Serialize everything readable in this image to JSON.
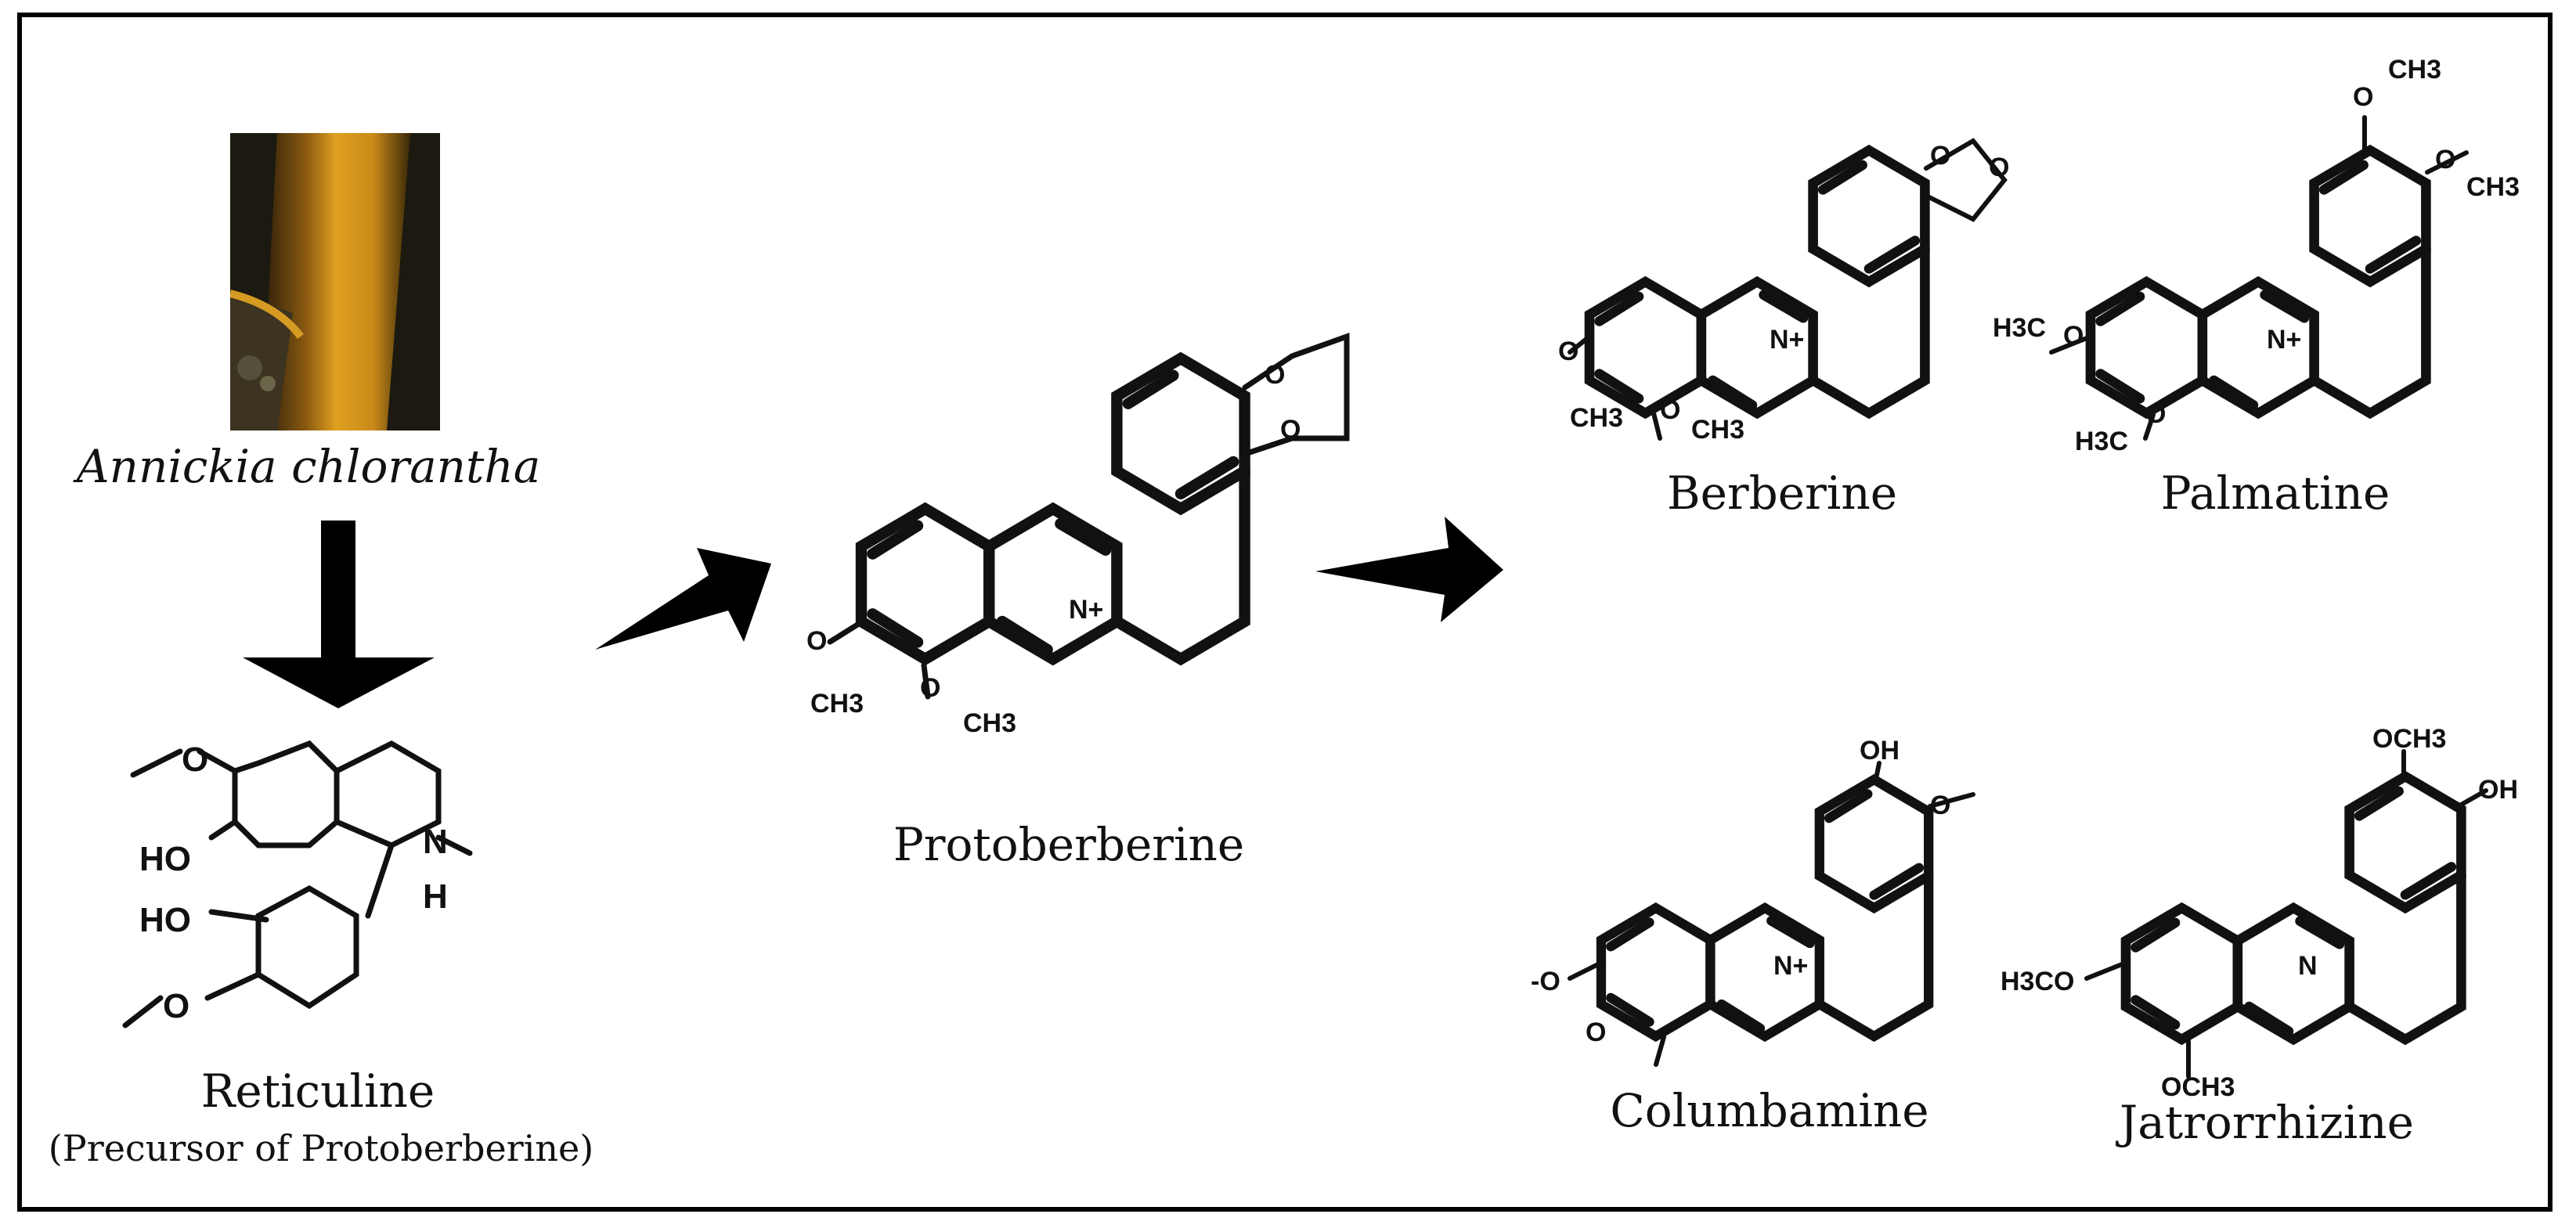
{
  "plant": {
    "species": "Annickia chlorantha"
  },
  "compounds": {
    "reticuline": {
      "name": "Reticuline",
      "note": "(Precursor of Protoberberine)"
    },
    "protoberberine": {
      "name": "Protoberberine"
    },
    "berberine": {
      "name": "Berberine"
    },
    "palmatine": {
      "name": "Palmatine"
    },
    "columbamine": {
      "name": "Columbamine"
    },
    "jatrorrhizine": {
      "name": "Jatrorrhizine"
    }
  },
  "atoms": {
    "o": "O",
    "n": "N",
    "n_plus": "N+",
    "ch3": "CH3",
    "h3c": "H3C",
    "ho": "HO",
    "oh": "OH",
    "h": "H",
    "och3": "OCH3",
    "h3co": "H3CO",
    "o_minus": "-O"
  }
}
